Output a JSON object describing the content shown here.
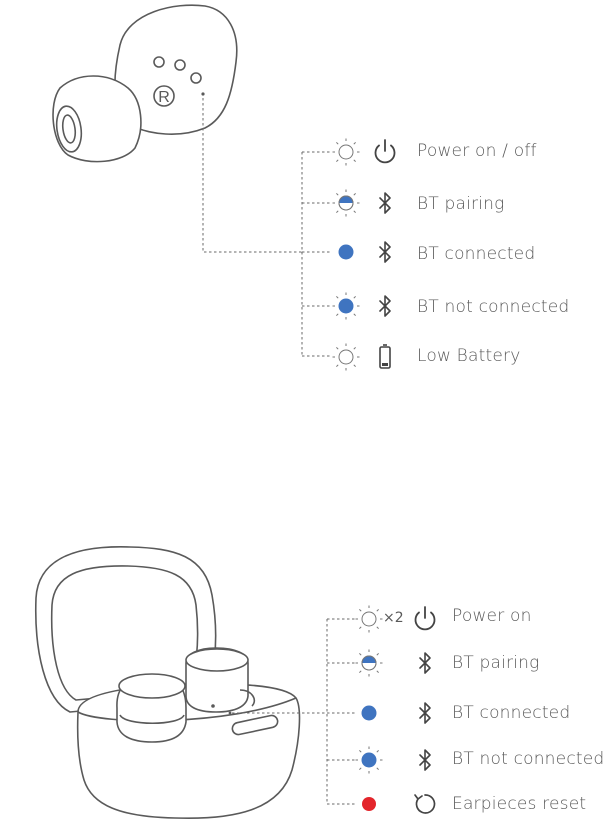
{
  "earbud_panel": {
    "side_marker": "R",
    "indicators": [
      {
        "led": "light-white",
        "icon": "power-icon",
        "label": "Power on / off"
      },
      {
        "led": "half-blue",
        "icon": "bluetooth-icon",
        "label": "BT pairing"
      },
      {
        "led": "solid-blue",
        "icon": "bluetooth-icon",
        "label": "BT connected"
      },
      {
        "led": "flash-blue",
        "icon": "bluetooth-icon",
        "label": "BT not connected"
      },
      {
        "led": "light-white",
        "icon": "battery-icon",
        "label": "Low Battery"
      }
    ]
  },
  "case_panel": {
    "indicators": [
      {
        "led": "light-white",
        "icon": "power-icon",
        "label": "Power on",
        "multiplier": "×2"
      },
      {
        "led": "half-blue",
        "icon": "bluetooth-icon",
        "label": "BT pairing"
      },
      {
        "led": "solid-blue",
        "icon": "bluetooth-icon",
        "label": "BT connected"
      },
      {
        "led": "flash-blue",
        "icon": "bluetooth-icon",
        "label": "BT not connected"
      },
      {
        "led": "solid-red",
        "icon": "reset-icon",
        "label": "Earpieces reset"
      }
    ]
  },
  "colors": {
    "led_blue": "#3f74c0",
    "led_red": "#e3252b",
    "line": "#6a6a6a",
    "text": "#5a5a5a"
  }
}
